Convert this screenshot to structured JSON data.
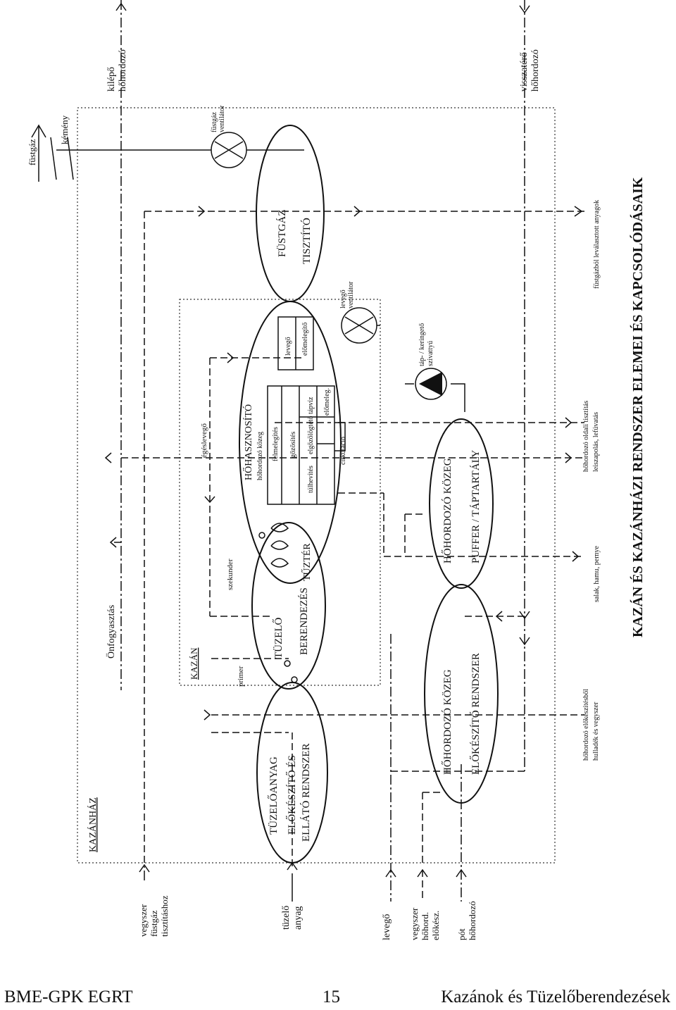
{
  "diagram": {
    "title": "KAZÁN ÉS KAZÁNHÁZI RENDSZER ELEMEI ÉS KAPCSOLÓDÁSAIK",
    "boundaries": {
      "kazanhaz": "KAZÁNHÁZ",
      "kazan": "KAZÁN"
    },
    "blocks": {
      "tuzeloanyag": [
        "TÜZELŐANYAG",
        "ELŐKÉSZÍTŐ ÉS",
        "ELLÁTÓ RENDSZER"
      ],
      "tuzelo": [
        "TÜZELŐ",
        "BERENDEZÉS"
      ],
      "tuzter": "TŰZTÉR",
      "hohasznosito": [
        "HŐHASZNOSÍTÓ",
        "hőhordozó közeg"
      ],
      "fustgaz_tisztito": [
        "FÜSTGÁZ",
        "TISZTÍTÓ"
      ],
      "hohordozo_elokeszito": [
        "HŐHORDOZÓ KÖZEG",
        "ELŐKÉSZÍTŐ RENDSZER"
      ],
      "puffer": [
        "HŐHORDOZÓ KÖZEG",
        "PUFFER / TÁPTARTÁLY"
      ]
    },
    "heat_exchanger": {
      "rows": [
        "felmelegítés",
        "gőzösítés",
        "túlhevítés"
      ],
      "sections": [
        "elgőzölögtető",
        "tápvíz",
        "előmeleg."
      ],
      "circulation": "cirkuláció",
      "air_preheater": [
        "levegő",
        "előmelegítő"
      ]
    },
    "components": {
      "flue_fan": [
        "füstgáz",
        "ventilátor"
      ],
      "air_fan": [
        "levegő",
        "ventilátor"
      ],
      "pump": [
        "táp- / keringető",
        "szivattyú"
      ],
      "primer": "primer",
      "szekunder": "szekunder",
      "egeslevego": "égéslevegő",
      "onfogyasztas": "Önfogyasztás",
      "fustgaz_out": "füstgáz",
      "kemeny": "kémény"
    },
    "streams_top": {
      "kilepo": [
        "kilépő",
        "hőhordozó"
      ],
      "visszatero": [
        "visszatérő",
        "hőhordozó"
      ]
    },
    "streams_bottom": {
      "vegyszer_fustgaz": [
        "vegyszer",
        "füstgáz",
        "tisztításhoz"
      ],
      "tuzelo_anyag": [
        "tüzelő",
        "anyag"
      ],
      "levego": "levegő",
      "vegyszer_hohord": [
        "vegyszer",
        "hőhord.",
        "előkész."
      ],
      "pot_hohordozo": [
        "pót",
        "hőhordozó"
      ]
    },
    "outputs": {
      "hulladek": [
        "hőhordozó előkészítésből",
        "hulladék és vegyszer"
      ],
      "salak": "salak, hamu, pernye",
      "hohordozo_oldali": [
        "hőhordozó oldali tisztítás",
        "leiszapolás, lefúvatás"
      ],
      "fustgazbol": "füstgázból leválasztott anyagok"
    }
  },
  "footer": {
    "left": "BME-GPK EGRT",
    "center": "15",
    "right": "Kazánok és Tüzelőberendezések"
  }
}
